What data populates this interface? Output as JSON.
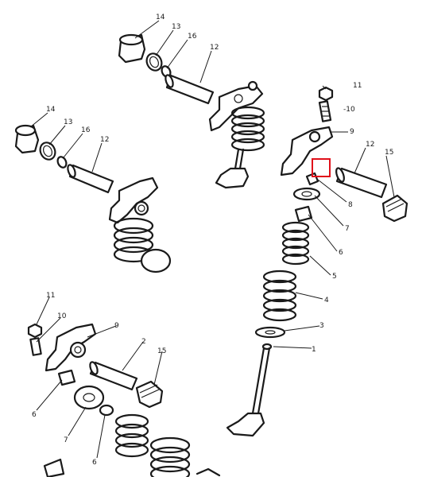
{
  "callouts": {
    "c14a": "14",
    "c13a": "13",
    "c16a": "16",
    "c12a": "12",
    "c11a": "11",
    "c10a": "-10",
    "c9a": "9",
    "c12b": "12",
    "c15a": "15",
    "c14b": "14",
    "c13b": "13",
    "c16b": "16",
    "c12c": "12",
    "c8a": "8",
    "c7a": "7",
    "c6a": "6",
    "c5a": "5",
    "c4a": "4",
    "c3a": "3",
    "c1a": "1",
    "c11b": "11",
    "c10b": "10",
    "c9b": "9",
    "c2a": "2",
    "c15b": "15",
    "c6b": "6",
    "c7b": "7",
    "c6c": "6"
  },
  "colors": {
    "ink": "#1a1a1a",
    "highlight": "#e0101a",
    "background": "#ffffff"
  }
}
